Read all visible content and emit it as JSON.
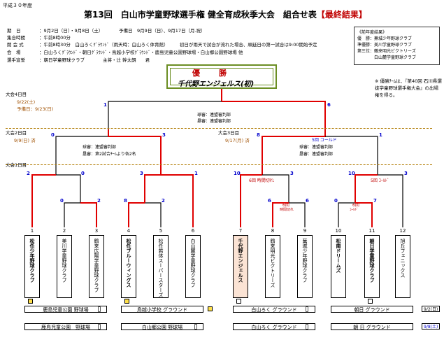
{
  "header": {
    "era": "平成３０年度",
    "title": "第13回　白山市学童野球選手権 健全育成秋季大会　組合せ表",
    "title_result": "【最終結果】"
  },
  "info": [
    {
      "k": "期　日",
      "v": "：9月2日（日）・9月8日（土）　　　　予備日　9月9日（日）、9月17日（月.祝）"
    },
    {
      "k": "集合時間",
      "v": "：午前8時00分"
    },
    {
      "k": "開 会 式",
      "v": "：午前8時30分　白山ろくｸﾞﾗｳﾝﾄﾞ（雨天時：白山ろく体育館）　　　初日が雨天で試合が流れた場合、順延日の第一試合は9:00開始予定"
    },
    {
      "k": "会　場",
      "v": "：白山ろくｸﾞﾗｳﾝﾄﾞ・朝日ｸﾞﾗｳﾝﾄﾞ・鳥越小学校ｸﾞﾗｳﾝﾄﾞ・鹿島児童公園野球場・白山郷公園野球場 他"
    },
    {
      "k": "選手宣誓",
      "v": "：朝日学童野球クラブ　　　　主将・辻 幹太朗　　君"
    }
  ],
  "results_box": {
    "heading": "《前年度結果》",
    "lines": [
      "優　勝：蕪城少年野球クラブ",
      "準優勝：美川学童野球クラブ",
      "第三位：鶴来明光ビクトリーズ",
      "　　　　白山麓学童野球クラブ"
    ]
  },
  "champion": {
    "label": "優　勝",
    "team": "千代野エンジェルス(初)"
  },
  "note": "※ 優勝ﾁｰﾑは、『第40回 石川県選抜学童野球選手権大会』の出場権を得る。",
  "rounds": {
    "day4": "大会4日目",
    "day4_date": "9/22(土)",
    "day4_reserve": "予備日：9/23(日)",
    "day2": "大会2日目",
    "day2_date": "9/9(日) 済",
    "day3": "大会3日目",
    "day3_date": "9/17(月) 済",
    "day1": "大会1日目"
  },
  "officials": {
    "final_umpire": "球審：連盟審判部",
    "final_base": "塁審：連盟審判部",
    "left_umpire": "球審：連盟審判部",
    "left_base": "塁審：第2試合ﾁｰﾑより各2名",
    "right_umpire": "球審：連盟審判部",
    "right_base": "塁審：連盟審判部"
  },
  "notes": {
    "cold5_top": "5回 コールド",
    "timeout6": "6回 時間切れ",
    "timeout6b": "6回",
    "timeout6b_sub": "時間切れ",
    "cold5_r": "5回 ｺｰﾙﾄﾞ",
    "cold6": "6回",
    "cold6_sub": "ｺｰﾙﾄﾞ"
  },
  "scores": {
    "final_l": "1",
    "final_r": "6",
    "sf_l_l": "0",
    "sf_l_r": "3",
    "sf_r_l": "8",
    "sf_r_r": "1",
    "r1_a_l": "2",
    "r1_a_r": "0",
    "r1_b_l": "0",
    "r1_b_r": "2",
    "r1_c_l": "8",
    "r1_c_r": "2",
    "r1_d_l": "3",
    "r1_d_r": "1",
    "r1_e_l": "10",
    "r1_e_r": "3",
    "r1_f_l": "6",
    "r1_f_r": "6",
    "r1_g_l": "10",
    "r1_g_r": "3",
    "r1_h_l": "0",
    "r1_h_r": "7"
  },
  "teams": [
    {
      "num": "1",
      "name": "松任少年野球クラブ"
    },
    {
      "num": "2",
      "name": "美川学童野球クラブ"
    },
    {
      "num": "3",
      "name": "鶴来広陽学童野球クラブ"
    },
    {
      "num": "4",
      "name": "松任ブルーウィングス"
    },
    {
      "num": "5",
      "name": "松任若体スーパースターズ"
    },
    {
      "num": "6",
      "name": "白山麓学童野球クラブ"
    },
    {
      "num": "7",
      "name": "千代野エンジェルス"
    },
    {
      "num": "8",
      "name": "鶴来明光ビクトリーズ"
    },
    {
      "num": "9",
      "name": "蕪城少年野球クラブ"
    },
    {
      "num": "10",
      "name": "松南ドリームズ"
    },
    {
      "num": "11",
      "name": "朝日学童野球クラブ"
    },
    {
      "num": "12",
      "name": "旭丘フェニックス"
    }
  ],
  "venues": {
    "r1_1": "鹿島児童公園 野球場",
    "r1_2": "鳥越小学校 グラウンド",
    "r1_3": "白山ろく グラウンド",
    "r1_4": "朝日 グラウンド",
    "r2_1": "鹿島児童公園　野球場",
    "r2_2": "白山郷公園 野球場",
    "r2_3": "白山ろく グラウンド",
    "r2_4": "朝 日 グラウンド"
  },
  "dates": {
    "d1": "9/2(日)",
    "d2": "9/8(土)"
  },
  "colors": {
    "win_line": "#e00000",
    "line": "#000000",
    "accent": "#0000cc",
    "dash": "#b07a00",
    "champ_border": "#6b8e23",
    "winner_fill": "#fbe3d4"
  }
}
